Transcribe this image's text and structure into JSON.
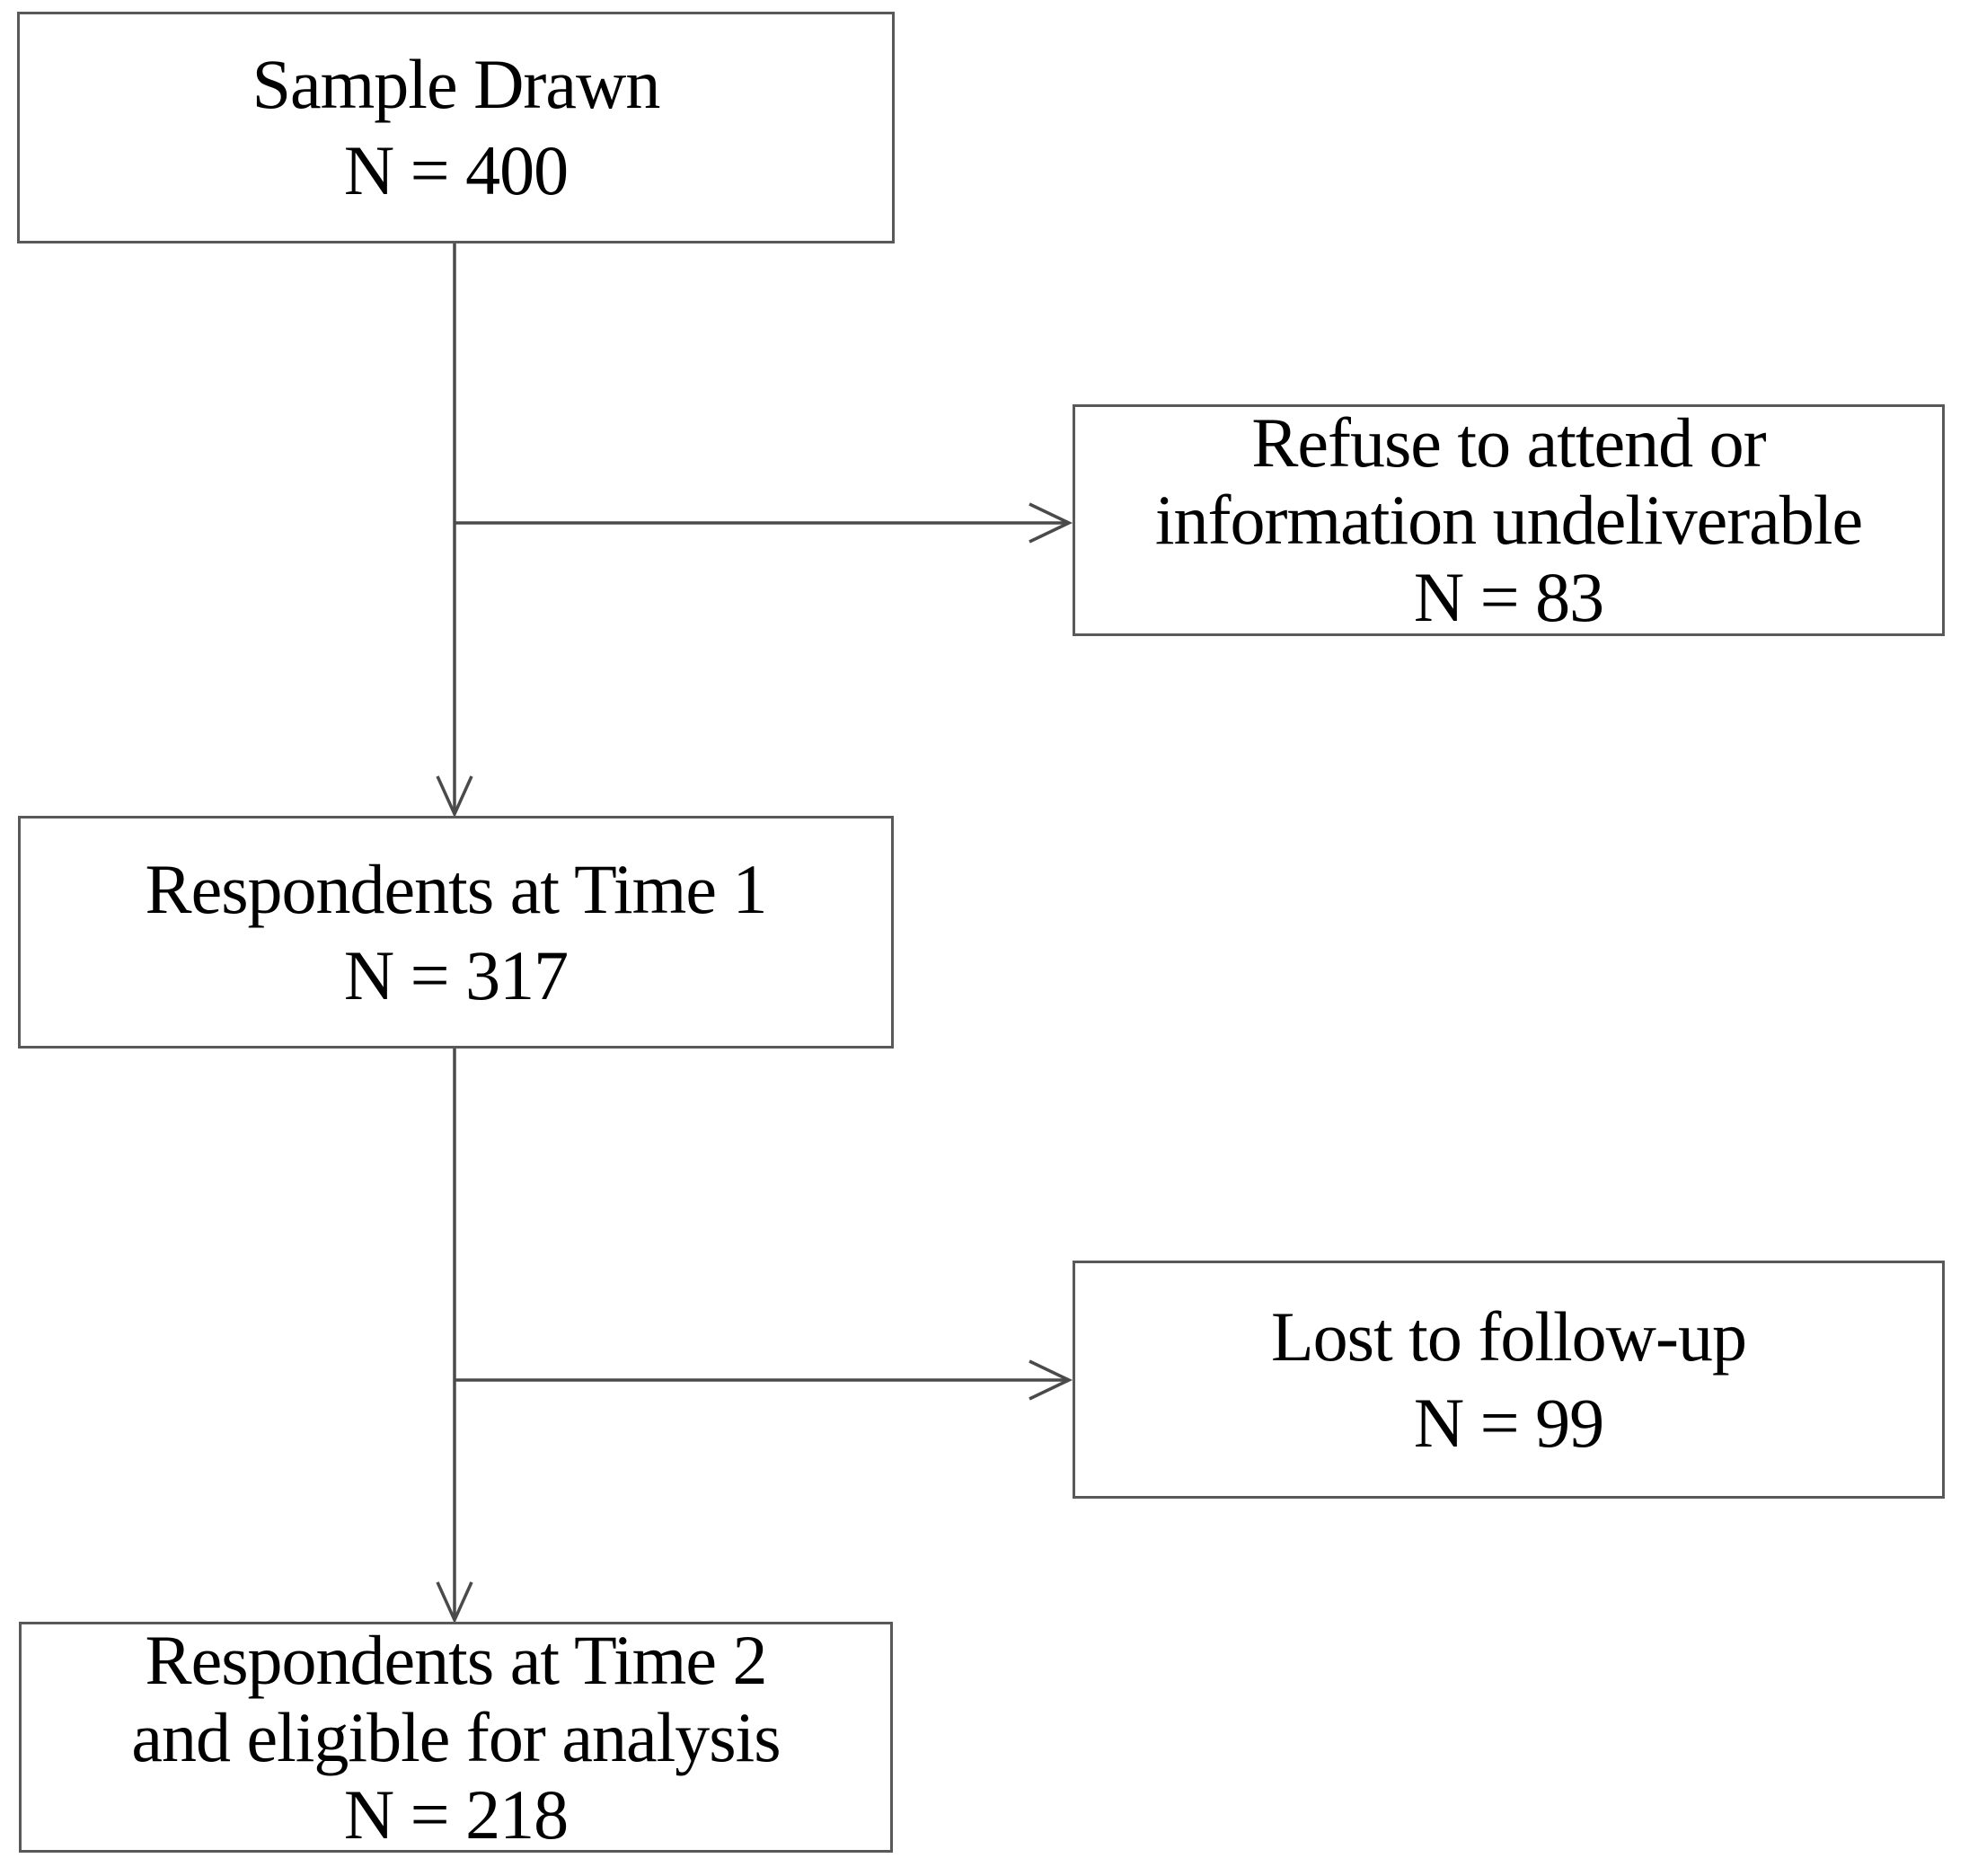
{
  "colors": {
    "border": "#595959",
    "line": "#4a4a4a",
    "text": "#000000",
    "background": "#ffffff"
  },
  "flowchart": {
    "boxes": [
      {
        "id": "sample-drawn",
        "line1": "Sample Drawn",
        "n": "N = 400"
      },
      {
        "id": "refuse",
        "line1": "Refuse to attend or",
        "line2": "information undeliverable",
        "n": "N = 83"
      },
      {
        "id": "respondents-t1",
        "line1": "Respondents at Time 1",
        "n": "N = 317"
      },
      {
        "id": "lost-followup",
        "line1": "Lost to follow-up",
        "n": "N = 99"
      },
      {
        "id": "respondents-t2",
        "line1": "Respondents at Time 2",
        "line2": "and eligible for analysis",
        "n": "N = 218"
      }
    ],
    "edges": [
      {
        "from": "sample-drawn",
        "to": "respondents-t1",
        "type": "vertical-arrow"
      },
      {
        "from": "sample-drawn",
        "to": "refuse",
        "type": "branch-right-arrow"
      },
      {
        "from": "respondents-t1",
        "to": "respondents-t2",
        "type": "vertical-arrow"
      },
      {
        "from": "respondents-t1",
        "to": "lost-followup",
        "type": "branch-right-arrow"
      }
    ]
  }
}
